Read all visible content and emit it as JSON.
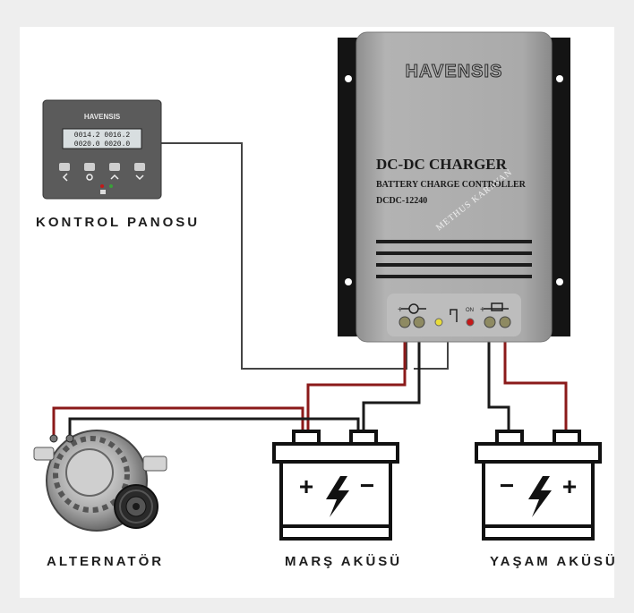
{
  "device": {
    "brand": "HAVENSIS",
    "title": "DC-DC CHARGER",
    "subtitle": "BATTERY CHARGE CONTROLLER",
    "model": "DCDC-12240",
    "watermark": "METHUS KARAVAN",
    "led_label": "ON"
  },
  "control_panel": {
    "brand": "HAVENSIS",
    "lcd_line1": "0014.2  0016.2",
    "lcd_line2": "0020.0  0020.0",
    "caption": "KONTROL PANOSU",
    "buttons": [
      "back-icon",
      "ok-icon",
      "up-icon",
      "down-icon"
    ]
  },
  "alternator": {
    "caption": "ALTERNATÖR"
  },
  "starter_battery": {
    "caption": "MARŞ AKÜSÜ"
  },
  "living_battery": {
    "caption": "YAŞAM AKÜSÜ"
  },
  "colors": {
    "positive_wire": "#8b1a1a",
    "negative_wire": "#1a1a1a",
    "signal_wire": "#444444",
    "device_body": "#a8a8a8",
    "device_bracket": "#141414"
  }
}
